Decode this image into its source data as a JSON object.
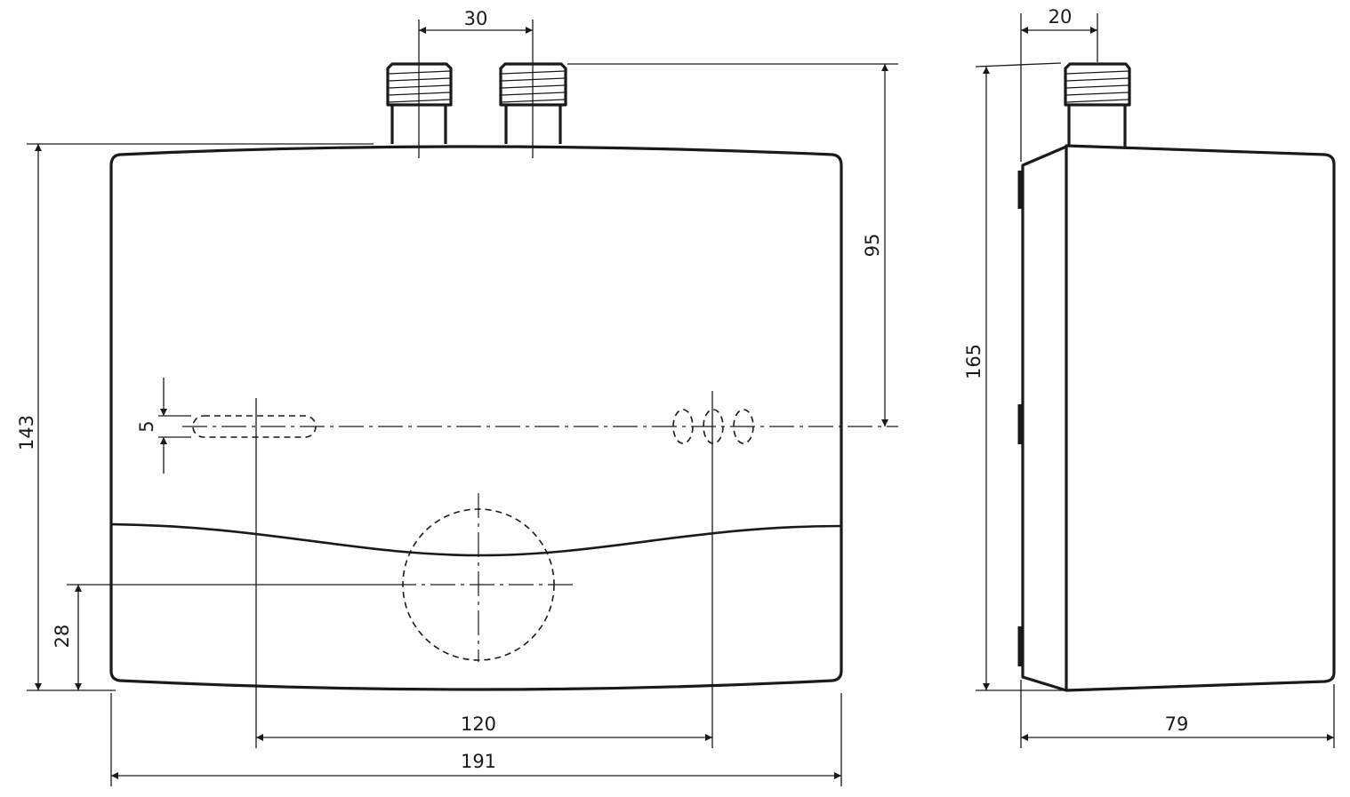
{
  "drawing": {
    "front_view": {
      "connector_spacing": "30",
      "connector_to_mount_height": "95",
      "body_height": "143",
      "slot_height": "5",
      "bottom_to_circle_center": "28",
      "mount_hole_spacing": "120",
      "body_width": "191"
    },
    "side_view": {
      "connector_offset": "20",
      "total_height": "165",
      "depth": "79"
    },
    "colors": {
      "line": "#1a1a1a",
      "background": "#ffffff"
    }
  }
}
